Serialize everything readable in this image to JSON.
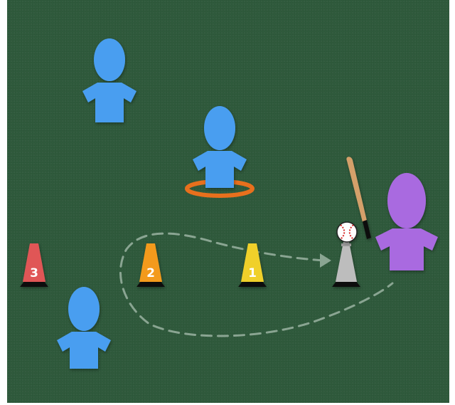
{
  "colors": {
    "field": "#2f5a3c",
    "fielder": "#4a9ef0",
    "batter": "#a96be0",
    "cone_3": "#e05656",
    "cone_2": "#f39a1b",
    "cone_1": "#f0d02a",
    "tee": "#bdbdbd",
    "hoop": "#e8701d",
    "bat": "#d4a06a",
    "path": "#8aa592"
  },
  "cones": [
    {
      "label": "3",
      "color": "#e05656"
    },
    {
      "label": "2",
      "color": "#f39a1b"
    },
    {
      "label": "1",
      "color": "#f0d02a"
    }
  ],
  "icons": [
    "fielder-icon",
    "batter-icon",
    "cone-icon",
    "batting-tee-icon",
    "baseball-icon",
    "bat-icon",
    "hoop-icon",
    "dashed-path-arrow"
  ]
}
